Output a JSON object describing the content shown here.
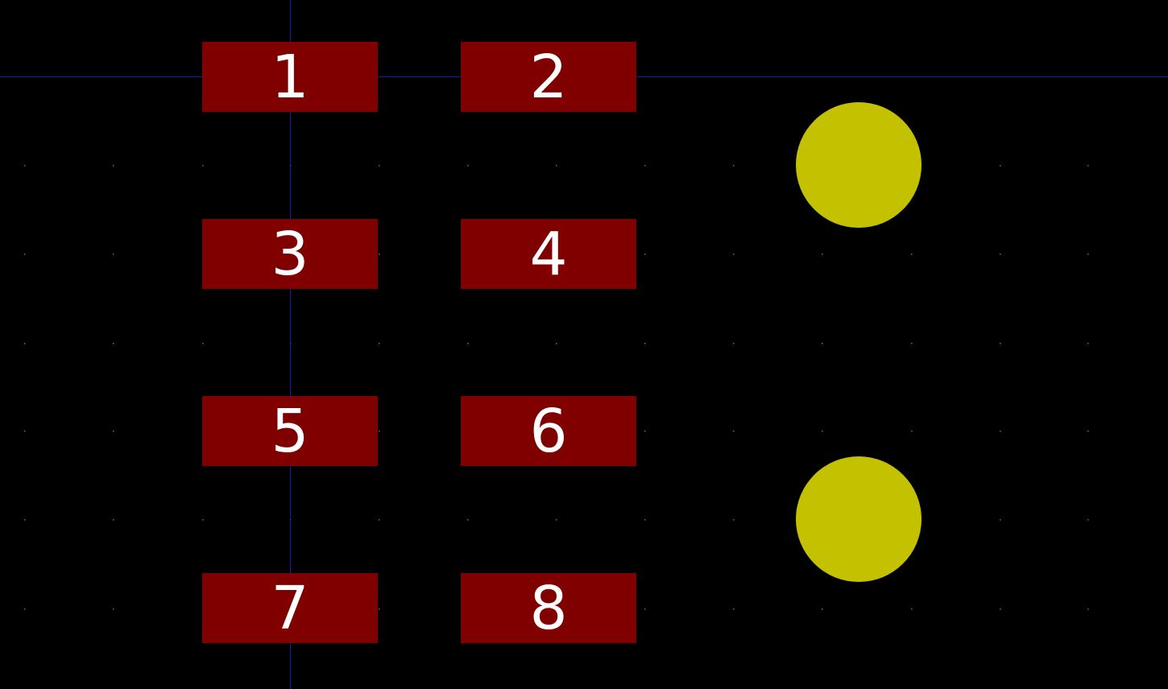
{
  "editor": {
    "background_color": "#000000",
    "grid_dot_color": "#6e6e6e",
    "axis_color": "#1a1aa6"
  },
  "footprint": {
    "smd_pad_color": "#800000",
    "pad_label_color": "#ffffff",
    "through_hole_color": "#c4c100",
    "pads": [
      {
        "number": "1"
      },
      {
        "number": "2"
      },
      {
        "number": "3"
      },
      {
        "number": "4"
      },
      {
        "number": "5"
      },
      {
        "number": "6"
      },
      {
        "number": "7"
      },
      {
        "number": "8"
      }
    ],
    "mounting_holes": [
      {
        "name": "mounting-hole-top"
      },
      {
        "name": "mounting-hole-bottom"
      }
    ]
  }
}
